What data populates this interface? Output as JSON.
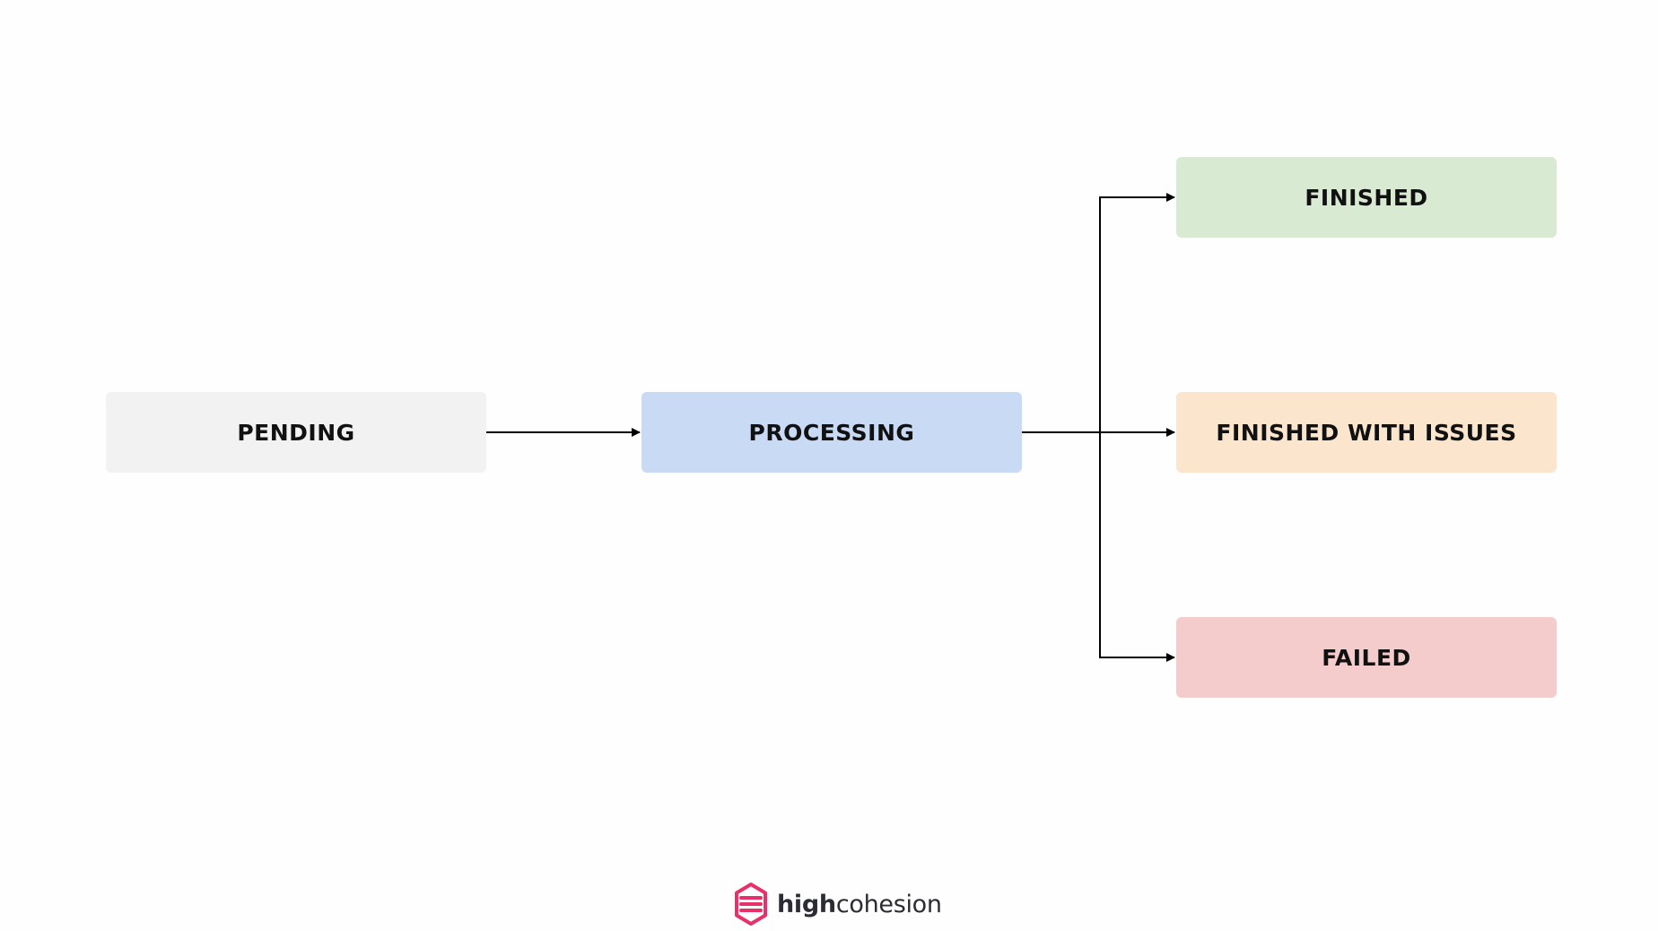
{
  "diagram": {
    "nodes": [
      {
        "id": "pending",
        "label": "PENDING",
        "fill": "#f2f2f2"
      },
      {
        "id": "processing",
        "label": "PROCESSING",
        "fill": "#c9daf5"
      },
      {
        "id": "finished",
        "label": "FINISHED",
        "fill": "#d9ead3"
      },
      {
        "id": "issues",
        "label": "FINISHED WITH ISSUES",
        "fill": "#fce5cd"
      },
      {
        "id": "failed",
        "label": "FAILED",
        "fill": "#f4cccc"
      }
    ],
    "edges": [
      {
        "from": "pending",
        "to": "processing"
      },
      {
        "from": "processing",
        "to": "finished"
      },
      {
        "from": "processing",
        "to": "issues"
      },
      {
        "from": "processing",
        "to": "failed"
      }
    ],
    "edge_color": "#000000"
  },
  "logo": {
    "text_bold": "high",
    "text_light": "cohesion",
    "icon": "hexagon-logo-icon",
    "brand_color": "#e8316a"
  }
}
